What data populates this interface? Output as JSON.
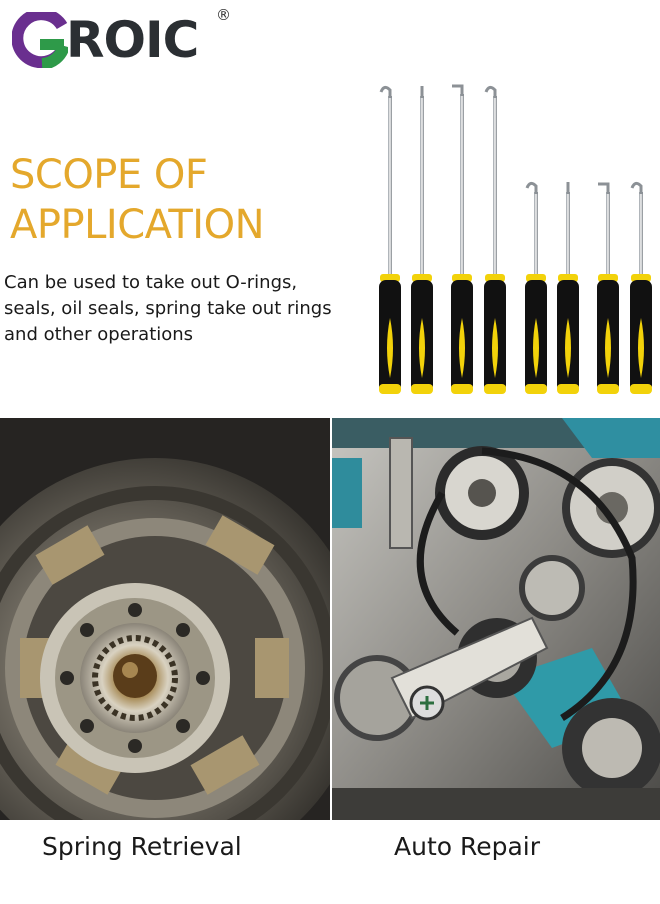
{
  "brand": {
    "name": "ROIC",
    "mark": "G",
    "registered": "®",
    "colors": {
      "purple": "#6a2f8f",
      "green": "#2e9a49",
      "text": "#2b2f33"
    }
  },
  "section": {
    "title_line1": "SCOPE OF",
    "title_line2": "APPLICATION",
    "description": "Can be used to take out O-rings, seals, oil seals, spring take out rings and other operations",
    "accent_color": "#e4a82c"
  },
  "product": {
    "tool_count": 8,
    "handle_colors": [
      "#111111",
      "#f2d20a"
    ]
  },
  "photos": [
    {
      "caption": "Spring Retrieval",
      "icon": "clutch-assembly-photo"
    },
    {
      "caption": "Auto Repair",
      "icon": "engine-bay-photo"
    }
  ]
}
